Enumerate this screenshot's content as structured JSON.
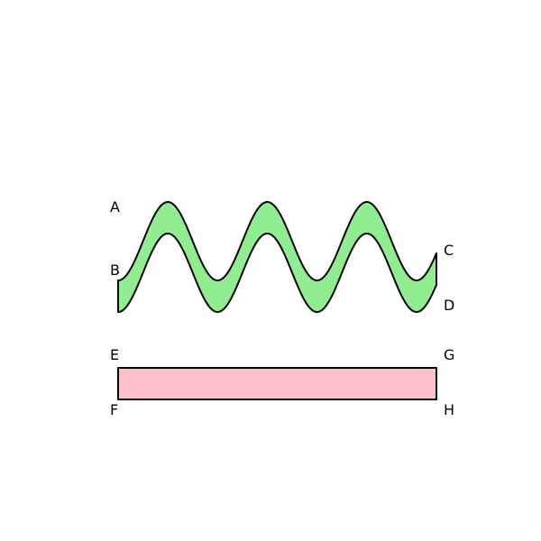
{
  "figure": {
    "wave_band": {
      "fill": "#90ee90",
      "stroke": "#000000",
      "labels": {
        "top_left": "A",
        "bottom_left": "B",
        "top_right": "C",
        "bottom_right": "D"
      },
      "cycles": 3.2
    },
    "rectangle": {
      "fill": "#ffc0cb",
      "stroke": "#000000",
      "labels": {
        "top_left": "E",
        "bottom_left": "F",
        "top_right": "G",
        "bottom_right": "H"
      }
    },
    "background": "#ffffff"
  }
}
